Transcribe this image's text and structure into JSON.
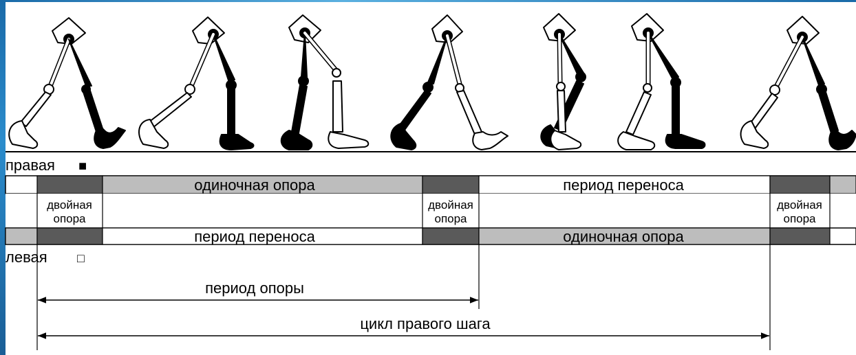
{
  "right_leg": {
    "label": "правая",
    "marker": "■"
  },
  "left_leg": {
    "label": "левая",
    "marker": "□"
  },
  "right_row": {
    "single_support": "одиночная опора",
    "swing_period": "период переноса"
  },
  "double_support": {
    "label_1": "двойная опора",
    "label_1_line1": "двойная",
    "label_1_line2": "опора",
    "label_2_line1": "двойная",
    "label_2_line2": "опора",
    "label_3_line1": "двойная",
    "label_3_line2": "опора"
  },
  "left_row": {
    "swing_period": "период переноса",
    "single_support": "одиночная опора"
  },
  "stance_period": "период опоры",
  "right_step_cycle": "цикл правого шага",
  "colors": {
    "dark": "#5a5a5a",
    "light": "#bdbdbd",
    "accent_frame": "#1a6aa8"
  }
}
